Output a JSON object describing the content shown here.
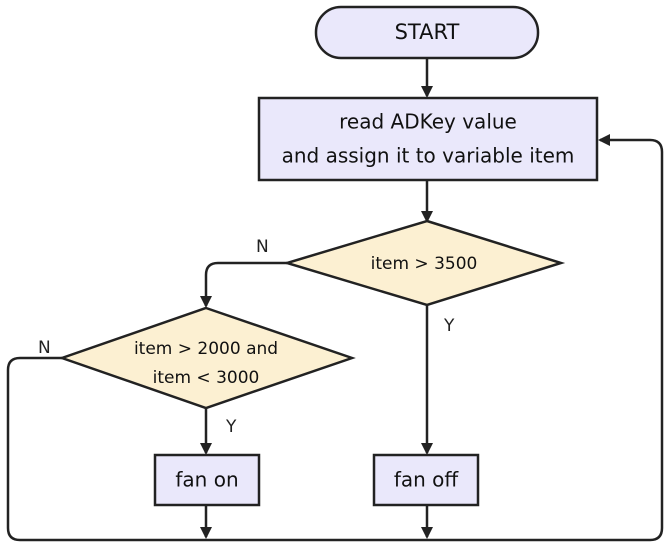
{
  "nodes": {
    "start": {
      "label": "START"
    },
    "read": {
      "line1": "read ADKey value",
      "line2": "and assign it to variable item"
    },
    "cond1": {
      "label": "item > 3500"
    },
    "cond2": {
      "line1": "item > 2000 and",
      "line2": "item < 3000"
    },
    "fan_on": {
      "label": "fan on"
    },
    "fan_off": {
      "label": "fan off"
    }
  },
  "edge_labels": {
    "cond1_no": "N",
    "cond1_yes": "Y",
    "cond2_no": "N",
    "cond2_yes": "Y"
  },
  "colors": {
    "terminal_fill": "#eae8fb",
    "process_fill": "#eae8fb",
    "decision_fill": "#fcf0d2",
    "stroke": "#222222"
  }
}
